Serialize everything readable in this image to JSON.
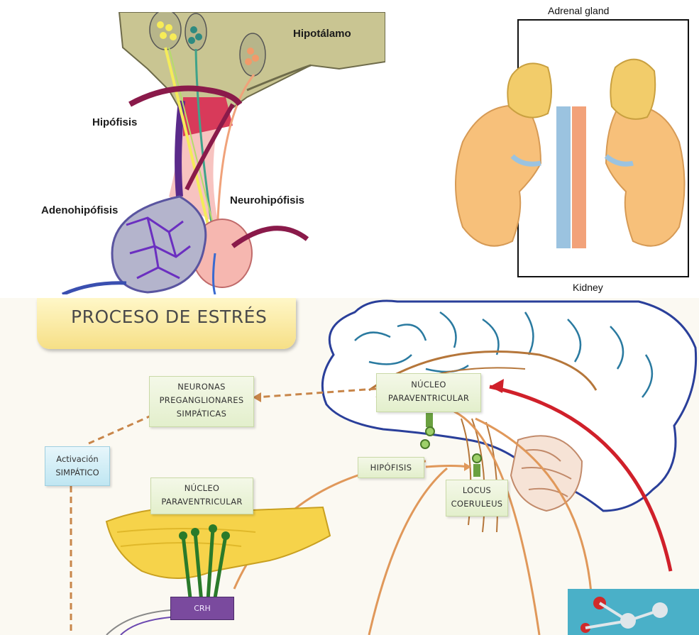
{
  "pituitary_panel": {
    "labels": {
      "hypothalamus": "Hipotálamo",
      "pituitary": "Hipófisis",
      "adenohypophysis": "Adenohipófisis",
      "neurohypophysis": "Neurohipófisis"
    }
  },
  "adrenal_panel": {
    "top_label": "Adrenal gland",
    "bottom_label": "Kidney"
  },
  "stress_panel": {
    "title": "PROCESO DE ESTRÉS",
    "boxes": {
      "preganglionic": [
        "NEURONAS",
        "PREGANGLIONARES",
        "SIMPÁTICAS"
      ],
      "sympathetic_activation": [
        "Activación",
        "SIMPÁTICO"
      ],
      "paraventricular_top": [
        "NÚCLEO",
        "PARAVENTRICULAR"
      ],
      "paraventricular_bottom": [
        "NÚCLEO",
        "PARAVENTRICULAR"
      ],
      "pituitary": "HIPÓFISIS",
      "locus": [
        "LOCUS",
        "COERULEUS"
      ],
      "crh": "CRH"
    }
  }
}
